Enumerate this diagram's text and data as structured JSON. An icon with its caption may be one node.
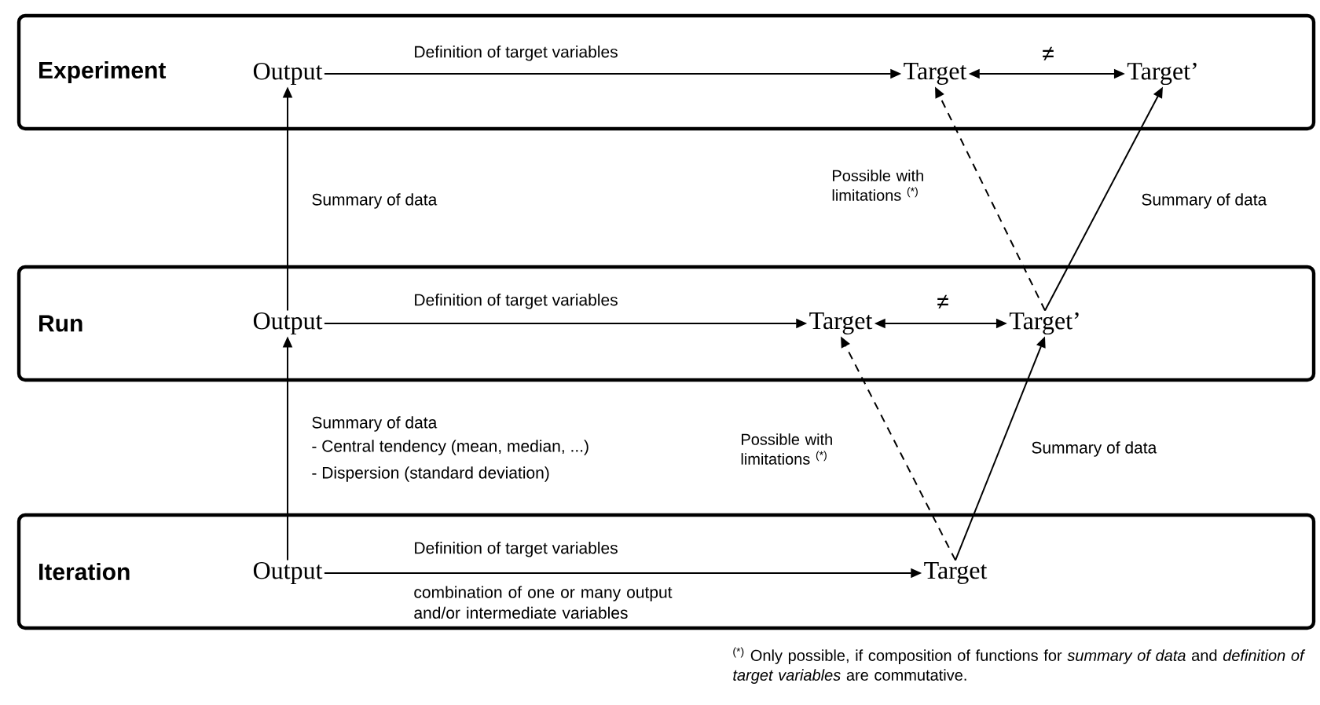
{
  "diagram": {
    "nodes": [
      {
        "text": [
          "Experiment"
        ]
      },
      {
        "text": [
          "Output"
        ],
        "in": 0
      },
      {
        "text": [
          "Target"
        ],
        "in": 0
      },
      {
        "text": [
          "Target’"
        ],
        "in": 0
      },
      {
        "text": [
          "Run"
        ]
      },
      {
        "text": [
          "Output"
        ],
        "in": 4
      },
      {
        "text": [
          "Target"
        ],
        "in": 4
      },
      {
        "text": [
          "Target’"
        ],
        "in": 4
      },
      {
        "text": [
          "Iteration"
        ]
      },
      {
        "text": [
          "Output"
        ],
        "in": 8
      },
      {
        "text": [
          "Target"
        ],
        "in": 8
      }
    ],
    "edges": [
      {
        "from": 1,
        "to": 2,
        "arrow": "to",
        "label": "Definition of target variables"
      },
      {
        "from": 2,
        "to": 3,
        "arrow": "both",
        "label": "≠"
      },
      {
        "from": 5,
        "to": 1,
        "arrow": "to",
        "label": "Summary of data"
      },
      {
        "from": 7,
        "to": 2,
        "arrow": "to",
        "style": "dashed",
        "label": "Possible with limitations $^{(*)}$"
      },
      {
        "from": 7,
        "to": 3,
        "arrow": "to",
        "label": "Summary of data"
      },
      {
        "from": 5,
        "to": 6,
        "arrow": "to",
        "label": "Definition of target variables"
      },
      {
        "from": 6,
        "to": 7,
        "arrow": "both",
        "label": "≠"
      },
      {
        "from": 9,
        "to": 5,
        "arrow": "to",
        "label": "Summary of data"
      },
      {
        "from": 10,
        "to": 6,
        "arrow": "to",
        "style": "dashed",
        "label": "Possible with limitations $^{(*)}$"
      },
      {
        "from": 10,
        "to": 7,
        "arrow": "to",
        "label": "Summary of data"
      },
      {
        "from": 9,
        "to": 10,
        "arrow": "to",
        "label": "Definition of target variables"
      }
    ],
    "labels": [
      "- Central tendency (mean, median, ...)",
      "- Dispersion (standard deviation)",
      "combination of one or many output and/or intermediate variables",
      "$^{(*)}$ Only possible, if composition of functions for *summary of data* and *definition of target variables* are commutative."
    ]
  }
}
